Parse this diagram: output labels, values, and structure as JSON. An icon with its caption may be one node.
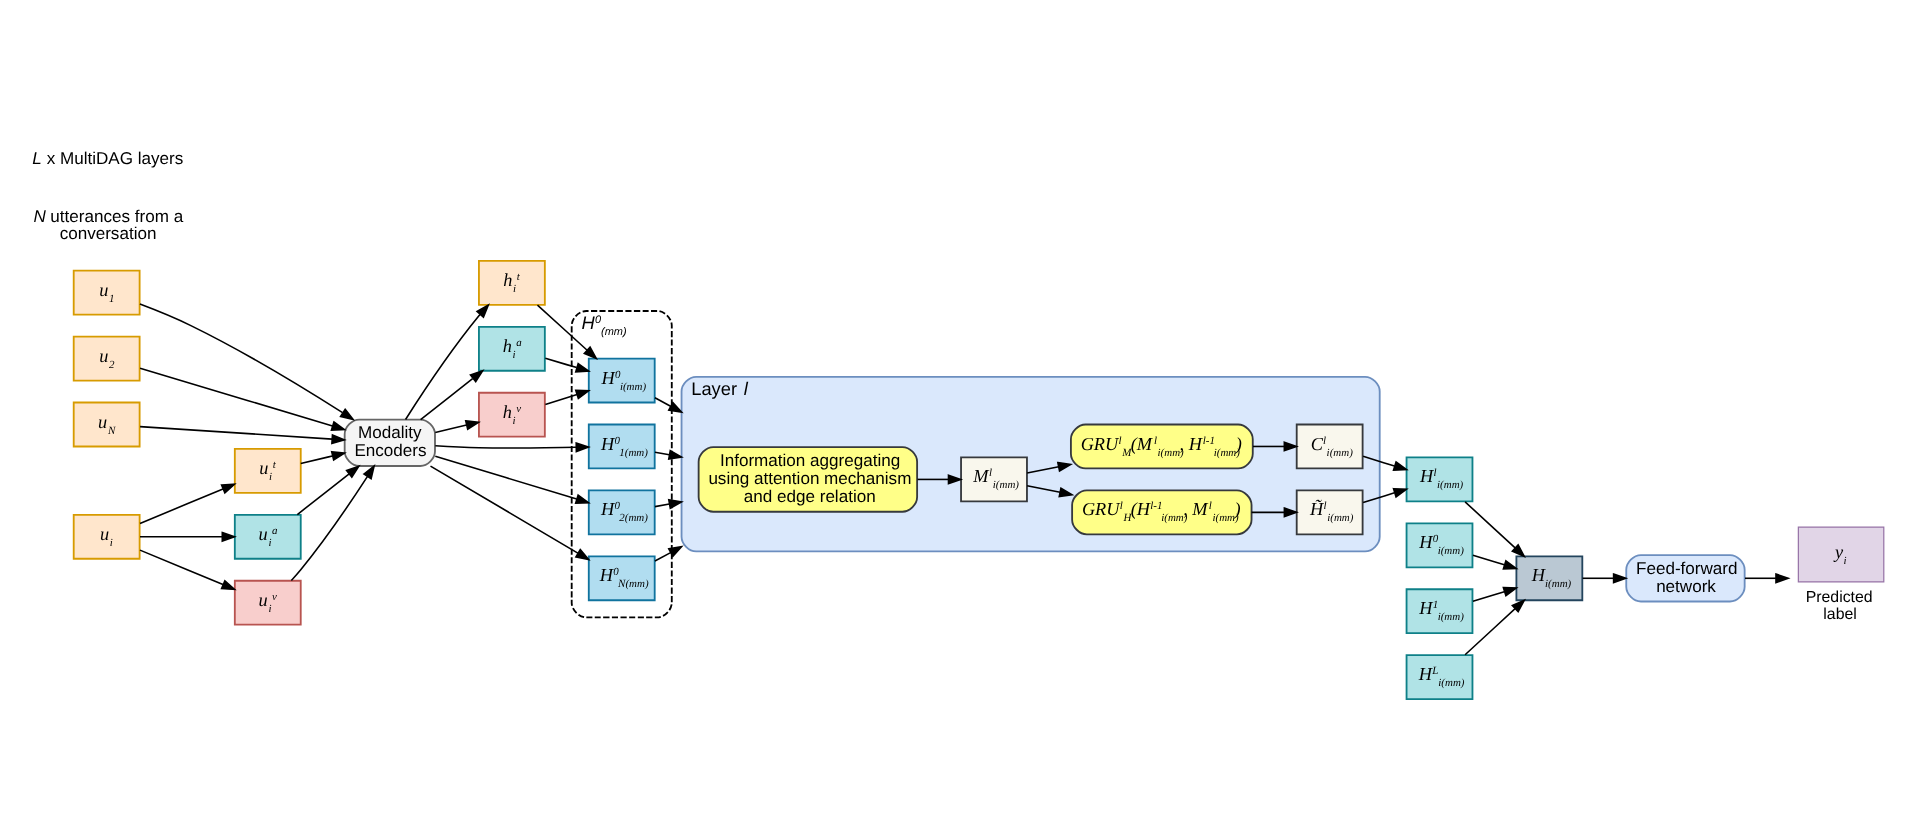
{
  "diagram": {
    "nodes": [
      {
        "text": [
          "u$_{1}$"
        ]
      },
      {
        "text": [
          "u$_{2}$"
        ]
      },
      {
        "text": [
          "u$_{i}$"
        ]
      },
      {
        "text": [
          "u$_{N}$"
        ]
      },
      {
        "text": [
          "u$_{i}$$^{t}$"
        ]
      },
      {
        "text": [
          "u$_{i}$$^{a}$"
        ]
      },
      {
        "text": [
          "u$_{i}$$^{v}$"
        ]
      },
      {
        "text": [
          "Modality Encoders"
        ]
      },
      {
        "text": [
          "h$_{i}$$^{t}$"
        ]
      },
      {
        "text": [
          "h$_{i}$$^{a}$"
        ]
      },
      {
        "text": [
          "h$_{i}$$^{v}$"
        ]
      },
      {
        "text": [
          "H$^{0}$$_{(mm)}$"
        ]
      },
      {
        "text": [
          "H$^{0}$$_{1(mm)}$"
        ],
        "in": 11
      },
      {
        "text": [
          "H$^{0}$$_{2(mm)}$"
        ],
        "in": 11
      },
      {
        "text": [
          "H$^{0}$$_{i(mm)}$"
        ],
        "in": 11
      },
      {
        "text": [
          "H$^{0}$$_{N(mm)}$"
        ],
        "in": 11
      },
      {
        "text": [
          "Layer *l*"
        ]
      },
      {
        "text": [
          "Information aggregating using attention mechanism and edge relation"
        ],
        "in": 16
      },
      {
        "text": [
          "M$^{l}$$_{i(mm)}$"
        ],
        "in": 16
      },
      {
        "text": [
          "GRU$^{l}$$_{H}$(H$^{l-1}$$_{i(mm)}$, M$^{l}$$_{i(mm)}$)"
        ],
        "in": 16
      },
      {
        "text": [
          "H̃$^{l}$$_{i(mm)}$"
        ],
        "in": 16
      },
      {
        "text": [
          "GRU$^{l}$$_{M}$(M$^{l}$$_{i(mm)}$, H$^{l-1}$$_{i(mm)}$)"
        ],
        "in": 16
      },
      {
        "text": [
          "C$^{l}$$_{i(mm)}$"
        ],
        "in": 16
      },
      {
        "text": [
          "H$^{0}$$_{i(mm)}$"
        ]
      },
      {
        "text": [
          "H$^{1}$$_{i(mm)}$"
        ]
      },
      {
        "text": [
          "H$^{l}$$_{i(mm)}$"
        ]
      },
      {
        "text": [
          "H$^{L}$$_{i(mm)}$"
        ]
      },
      {
        "text": [
          "H$_{i(mm)}$"
        ]
      },
      {
        "text": [
          "Feed-forward network"
        ]
      },
      {
        "text": [
          "y$_{i}$"
        ],
        "beside": [
          "Predicted label"
        ]
      }
    ],
    "edges": [
      {
        "from": 0,
        "to": 7,
        "arrow": "to"
      },
      {
        "from": 1,
        "to": 7,
        "arrow": "to"
      },
      {
        "from": 2,
        "to": 4,
        "arrow": "to"
      },
      {
        "from": 2,
        "to": 5,
        "arrow": "to"
      },
      {
        "from": 2,
        "to": 6,
        "arrow": "to"
      },
      {
        "from": 4,
        "to": 7,
        "arrow": "to"
      },
      {
        "from": 5,
        "to": 7,
        "arrow": "to"
      },
      {
        "from": 6,
        "to": 7,
        "arrow": "to"
      },
      {
        "from": 3,
        "to": 7,
        "arrow": "to"
      },
      {
        "from": 7,
        "to": 12,
        "arrow": "to"
      },
      {
        "from": 7,
        "to": 13,
        "arrow": "to"
      },
      {
        "from": 7,
        "to": 8,
        "arrow": "to"
      },
      {
        "from": 7,
        "to": 9,
        "arrow": "to"
      },
      {
        "from": 7,
        "to": 10,
        "arrow": "to"
      },
      {
        "from": 7,
        "to": 15,
        "arrow": "to"
      },
      {
        "from": 8,
        "to": 14,
        "arrow": "to"
      },
      {
        "from": 9,
        "to": 14,
        "arrow": "to"
      },
      {
        "from": 10,
        "to": 14,
        "arrow": "to"
      },
      {
        "from": 12,
        "to": 16,
        "arrow": "to"
      },
      {
        "from": 13,
        "to": 16,
        "arrow": "to"
      },
      {
        "from": 14,
        "to": 16,
        "arrow": "to"
      },
      {
        "from": 15,
        "to": 16,
        "arrow": "to"
      },
      {
        "from": 17,
        "to": 18,
        "arrow": "to"
      },
      {
        "from": 18,
        "to": 19,
        "arrow": "to"
      },
      {
        "from": 18,
        "to": 21,
        "arrow": "to"
      },
      {
        "from": 19,
        "to": 20,
        "arrow": "to"
      },
      {
        "from": 21,
        "to": 22,
        "arrow": "to"
      },
      {
        "from": 20,
        "to": 25,
        "arrow": "to"
      },
      {
        "from": 22,
        "to": 25,
        "arrow": "to"
      },
      {
        "from": 23,
        "to": 27,
        "arrow": "to"
      },
      {
        "from": 24,
        "to": 27,
        "arrow": "to"
      },
      {
        "from": 25,
        "to": 27,
        "arrow": "to"
      },
      {
        "from": 26,
        "to": 27,
        "arrow": "to"
      },
      {
        "from": 27,
        "to": 28,
        "arrow": "to"
      },
      {
        "from": 28,
        "to": 29,
        "arrow": "to"
      }
    ],
    "labels": [
      "*N* utterances from a conversation",
      "*L* x MultiDAG layers"
    ]
  }
}
